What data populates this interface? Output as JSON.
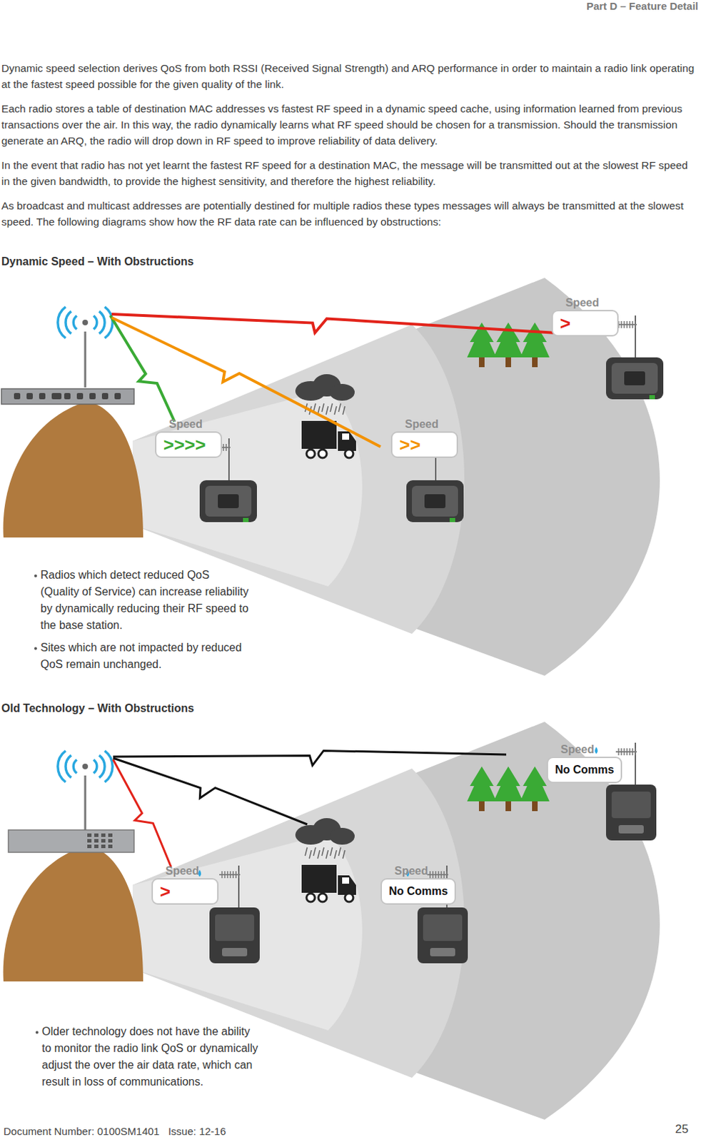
{
  "diagram": {
    "nodes": [
      {
        "text": [
          "Speed",
          ">"
        ]
      },
      {
        "text": [
          "Speed",
          ">>>>"
        ]
      },
      {
        "text": [
          "Speed",
          ">>"
        ]
      },
      {
        "text": [
          "Speed",
          "No Comms"
        ]
      },
      {
        "text": [
          "Speed",
          ">"
        ]
      },
      {
        "text": [
          "Speed",
          "No Comms"
        ]
      }
    ],
    "labels": [
      "Part D – Feature Detail",
      "Dynamic speed selection derives QoS from both RSSI (Received Signal Strength) and ARQ performance in order to maintain a radio link operating at the fastest speed possible for the given quality of the link.",
      "Each radio stores a table of destination MAC addresses vs fastest RF speed in a dynamic speed cache, using information learned from previous transactions over the air. In this way, the radio dynamically learns what RF speed should be chosen for a transmission. Should the transmission generate an ARQ, the radio will drop down in RF speed to improve reliability of data delivery.",
      "In the event that radio has not yet learnt the fastest RF speed for a destination MAC, the message will be transmitted out at the slowest RF speed in the given bandwidth, to provide the highest sensitivity, and therefore the highest reliability.",
      "As broadcast and multicast addresses are potentially destined for multiple radios these types messages will always be transmitted at the slowest speed. The following diagrams show how the RF data rate can be influenced by obstructions:",
      "Dynamic Speed – With Obstructions",
      "Radios which detect reduced QoS (Quality of Service) can increase reliability by dynamically reducing their RF speed to the base station.",
      "Sites which are not impacted by reduced QoS remain unchanged.",
      "Old Technology – With Obstructions",
      "Older technology does not have the ability to monitor the radio link QoS or dynamically adjust the over the air data rate, which can result in loss of communications.",
      "Document Number: 0100SM1401   Issue: 12-16",
      "25"
    ]
  }
}
